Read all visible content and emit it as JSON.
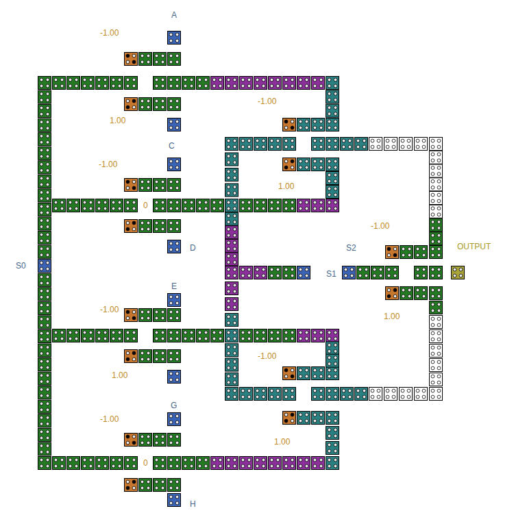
{
  "diagram": {
    "labels": [
      "A",
      "-1.00",
      "-1.00",
      "1.00",
      "C",
      "-1.00",
      "1.00",
      "0",
      "-1.00",
      "S2",
      "OUTPUT",
      "D",
      "S0",
      "S1",
      "E",
      "-1.00",
      "1.00",
      "-1.00",
      "1.00",
      "G",
      "-1.00",
      "1.00",
      "0",
      "H"
    ]
  }
}
